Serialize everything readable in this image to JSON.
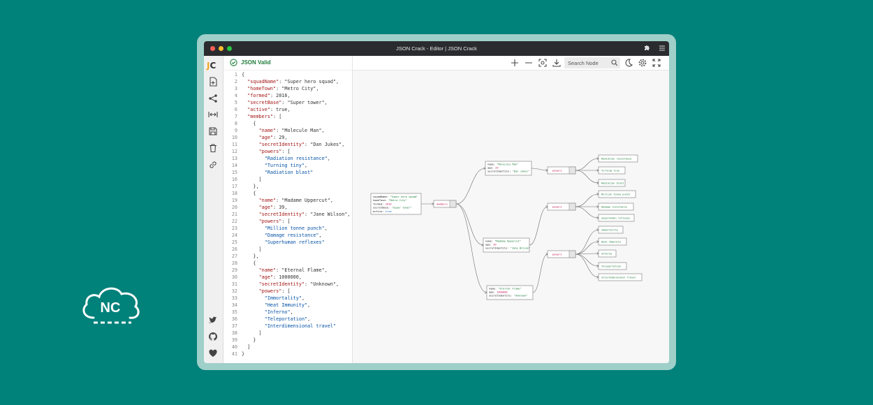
{
  "window": {
    "title": "JSON Crack - Editor | JSON Crack"
  },
  "brand": {
    "logo_text": "NC",
    "app_logo": "JC"
  },
  "sidebar": {
    "items": [
      {
        "icon": "file-plus-icon"
      },
      {
        "icon": "share-icon"
      },
      {
        "icon": "collapse-icon"
      },
      {
        "icon": "save-icon"
      },
      {
        "icon": "trash-icon"
      },
      {
        "icon": "link-icon"
      },
      {
        "icon": "twitter-icon"
      },
      {
        "icon": "github-icon"
      },
      {
        "icon": "heart-icon"
      }
    ]
  },
  "editor": {
    "status": "JSON Valid",
    "lines": [
      "{",
      "  \"squadName\": \"Super hero squad\",",
      "  \"homeTown\": \"Metro City\",",
      "  \"formed\": 2016,",
      "  \"secretBase\": \"Super tower\",",
      "  \"active\": true,",
      "  \"members\": [",
      "    {",
      "      \"name\": \"Molecule Man\",",
      "      \"age\": 29,",
      "      \"secretIdentity\": \"Dan Jukes\",",
      "      \"powers\": [",
      "        \"Radiation resistance\",",
      "        \"Turning tiny\",",
      "        \"Radiation blast\"",
      "      ]",
      "    },",
      "    {",
      "      \"name\": \"Madame Uppercut\",",
      "      \"age\": 39,",
      "      \"secretIdentity\": \"Jane Wilson\",",
      "      \"powers\": [",
      "        \"Million tonne punch\",",
      "        \"Damage resistance\",",
      "        \"Superhuman reflexes\"",
      "      ]",
      "    },",
      "    {",
      "      \"name\": \"Eternal Flame\",",
      "      \"age\": 1000000,",
      "      \"secretIdentity\": \"Unknown\",",
      "      \"powers\": [",
      "        \"Immortality\",",
      "        \"Heat Immunity\",",
      "        \"Inferno\",",
      "        \"Teleportation\",",
      "        \"Interdimensional travel\"",
      "      ]",
      "    }",
      "  ]",
      "}"
    ]
  },
  "toolbar": {
    "search_placeholder": "Search Node"
  },
  "graph": {
    "root": [
      "squadName: \"Super hero squad\"",
      "homeTown: \"Metro City\"",
      "formed: 2016",
      "secretBase: \"Super tower\"",
      "active: true"
    ],
    "members_label": "members",
    "powers_label": "powers",
    "members": [
      {
        "lines": [
          "name: \"Molecule Man\"",
          "age: 29",
          "secretIdentity: \"Dan Jukes\""
        ],
        "powers": [
          "Radiation resistance",
          "Turning tiny",
          "Radiation blast"
        ]
      },
      {
        "lines": [
          "name: \"Madame Uppercut\"",
          "age: 39",
          "secretIdentity: \"Jane Wilson\""
        ],
        "powers": [
          "Million tonne punch",
          "Damage resistance",
          "Superhuman reflexes"
        ]
      },
      {
        "lines": [
          "name: \"Eternal Flame\"",
          "age: 1000000",
          "secretIdentity: \"Unknown\""
        ],
        "powers": [
          "Immortality",
          "Heat Immunity",
          "Inferno",
          "Teleportation",
          "Interdimensional travel"
        ]
      }
    ]
  }
}
